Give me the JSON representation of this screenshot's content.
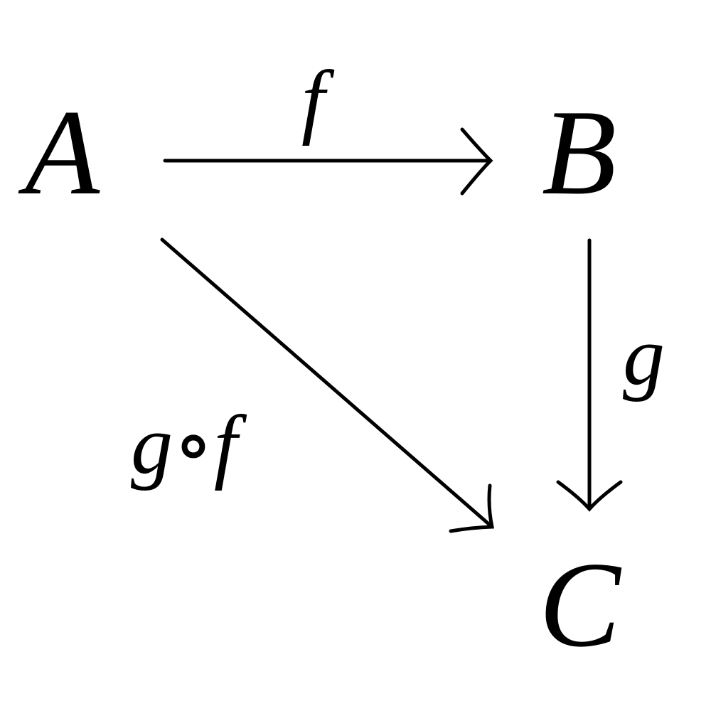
{
  "diagram": {
    "nodes": {
      "a": "A",
      "b": "B",
      "c": "C"
    },
    "arrows": {
      "f": {
        "from": "A",
        "to": "B",
        "label": "f"
      },
      "g": {
        "from": "B",
        "to": "C",
        "label": "g"
      },
      "composite": {
        "from": "A",
        "to": "C",
        "label": "g∘f"
      }
    },
    "colors": {
      "ink": "#000000",
      "background": "#ffffff"
    }
  }
}
